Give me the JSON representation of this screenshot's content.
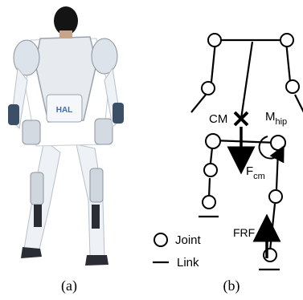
{
  "panel_a": {
    "caption": "(a)",
    "suit_logo": "HAL",
    "colors": {
      "suit": "#e9edf2",
      "shadow": "#9aa3ad",
      "dark": "#2a2d33",
      "hair": "#141414",
      "accent": "#3b6fb0"
    }
  },
  "panel_b": {
    "caption": "(b)",
    "cm_label": "CM",
    "m_label": "M",
    "m_sub": "hip",
    "f_label": "F",
    "f_sub": "cm",
    "frf_label": "FRF",
    "legend": {
      "joint": "Joint",
      "link": "Link"
    },
    "colors": {
      "line": "#000000",
      "fill": "#ffffff"
    }
  }
}
